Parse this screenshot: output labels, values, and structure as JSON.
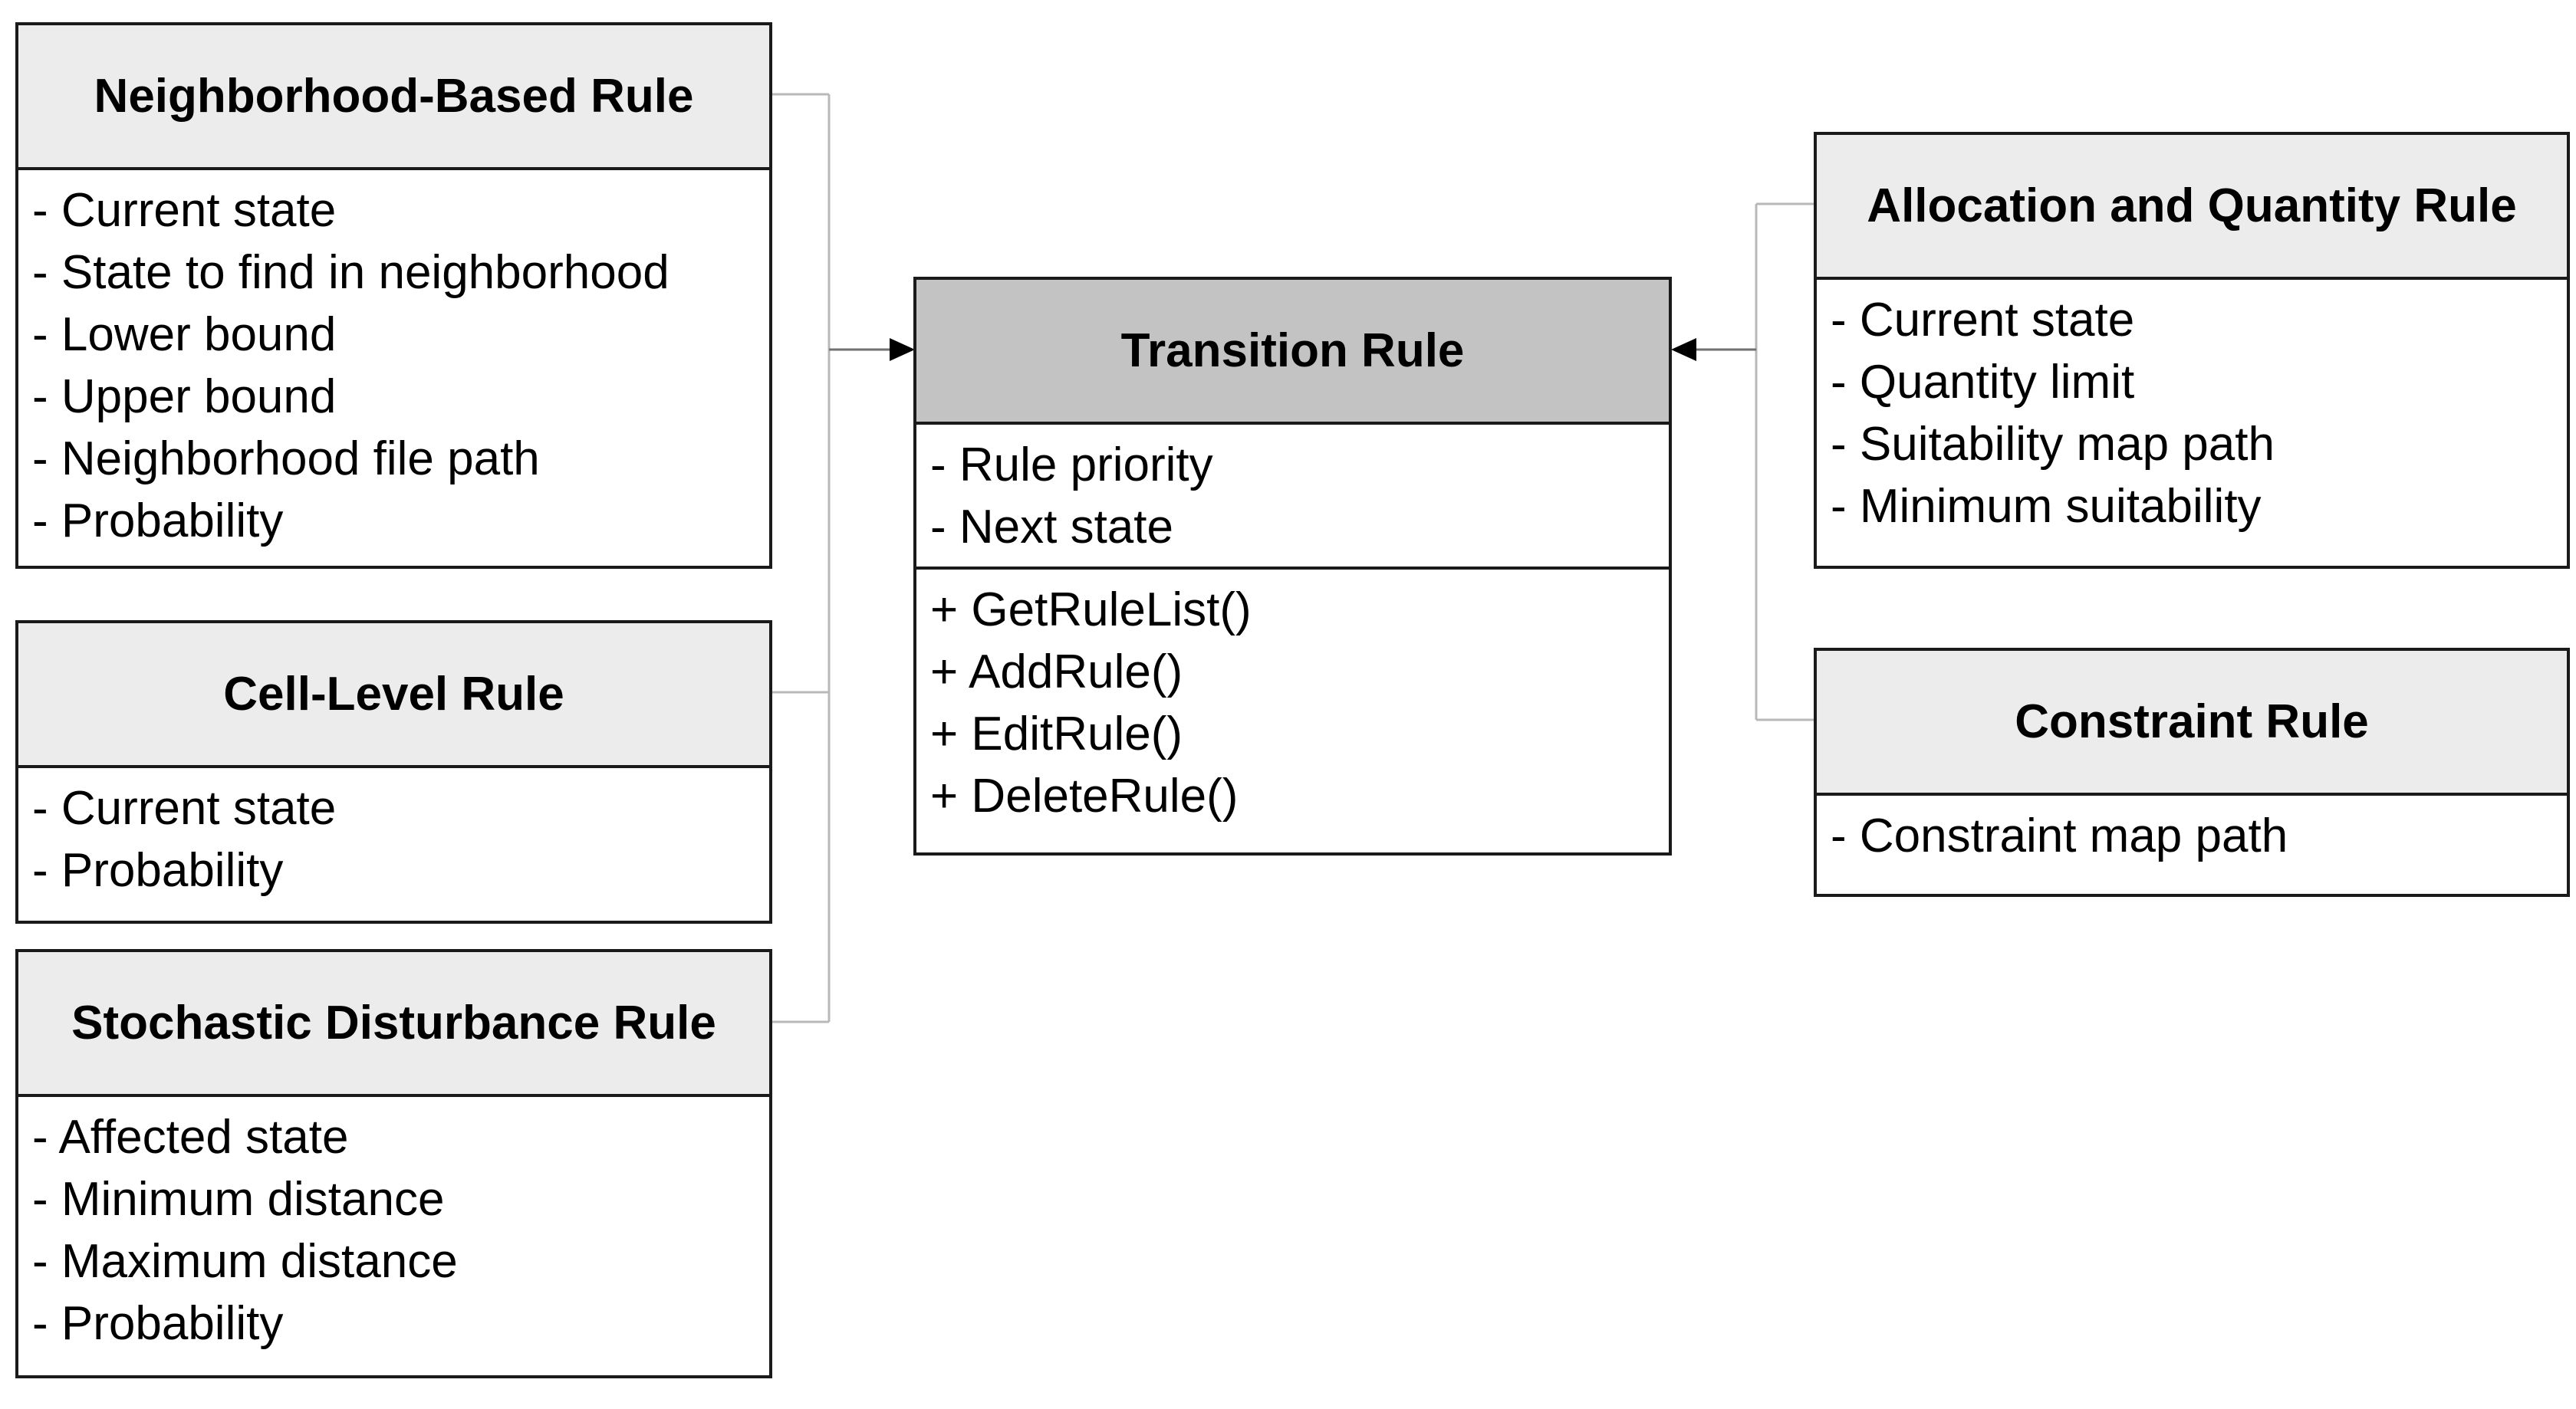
{
  "colors": {
    "header_fill": "#ececec",
    "transition_header_fill": "#c3c3c3",
    "border": "#1a1a1a",
    "connector": "#b8b8b8",
    "arrowhead": "#000000"
  },
  "classes": {
    "neighborhood": {
      "title": "Neighborhood-Based Rule",
      "attributes": [
        "- Current state",
        "- State to find in neighborhood",
        "- Lower bound",
        "- Upper bound",
        "- Neighborhood file path",
        "- Probability"
      ]
    },
    "cell_level": {
      "title": "Cell-Level Rule",
      "attributes": [
        "- Current state",
        "- Probability"
      ]
    },
    "stochastic": {
      "title": "Stochastic Disturbance Rule",
      "attributes": [
        "- Affected state",
        "- Minimum distance",
        "- Maximum distance",
        "- Probability"
      ]
    },
    "transition": {
      "title": "Transition Rule",
      "attributes": [
        "- Rule priority",
        "- Next state"
      ],
      "methods": [
        "+ GetRuleList()",
        "+ AddRule()",
        "+ EditRule()",
        "+ DeleteRule()"
      ]
    },
    "allocation": {
      "title": "Allocation and Quantity Rule",
      "attributes": [
        "- Current state",
        "- Quantity limit",
        "- Suitability map path",
        "- Minimum suitability"
      ]
    },
    "constraint": {
      "title": "Constraint Rule",
      "attributes": [
        "- Constraint map path"
      ]
    }
  }
}
